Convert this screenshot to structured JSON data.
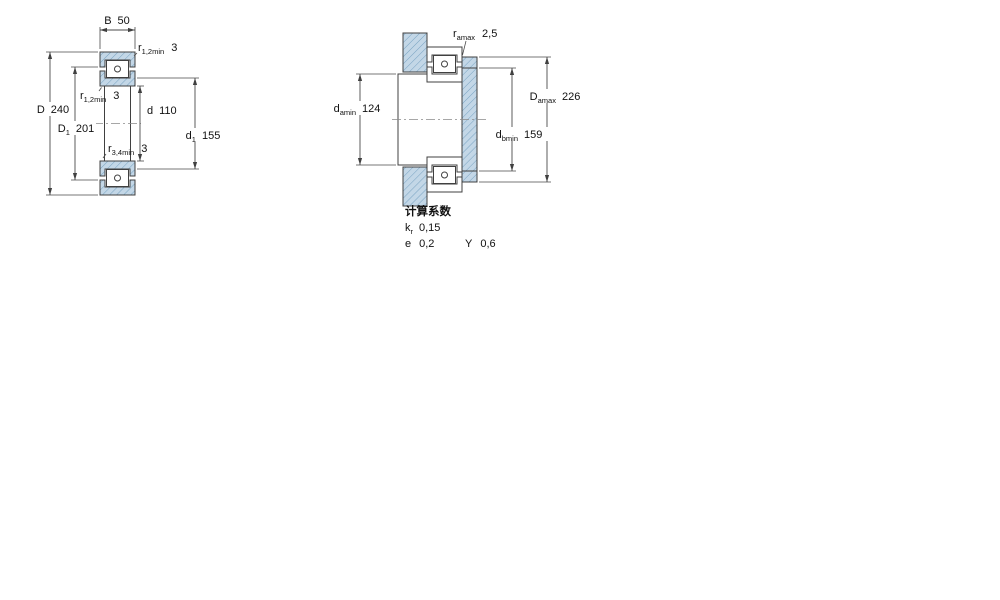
{
  "drawing": {
    "left_view": {
      "B": {
        "label": "B",
        "value": "50"
      },
      "r12_top": {
        "label": "r",
        "sub": "1,2min",
        "value": "3"
      },
      "r12_mid": {
        "label": "r",
        "sub": "1,2min",
        "value": "3"
      },
      "r34": {
        "label": "r",
        "sub": "3,4min",
        "value": "3"
      },
      "D": {
        "label": "D",
        "value": "240"
      },
      "D1": {
        "label": "D",
        "sub": "1",
        "value": "201"
      },
      "d": {
        "label": "d",
        "value": "110"
      },
      "d1": {
        "label": "d",
        "sub": "1",
        "value": "155"
      }
    },
    "right_view": {
      "ra": {
        "label": "r",
        "sub": "amax",
        "value": "2,5"
      },
      "da": {
        "label": "d",
        "sub": "amin",
        "value": "124"
      },
      "Da": {
        "label": "D",
        "sub": "amax",
        "value": "226"
      },
      "db": {
        "label": "d",
        "sub": "bmin",
        "value": "159"
      }
    },
    "factors": {
      "title": "计算系数",
      "kr": {
        "label": "k",
        "sub": "r",
        "value": "0,15"
      },
      "e": {
        "label": "e",
        "value": "0,2"
      },
      "Y": {
        "label": "Y",
        "value": "0,6"
      }
    }
  },
  "colors": {
    "section_fill": "#c3d7e7",
    "hatch_line": "#79a3c1",
    "outline": "#404040",
    "background": "#ffffff"
  }
}
